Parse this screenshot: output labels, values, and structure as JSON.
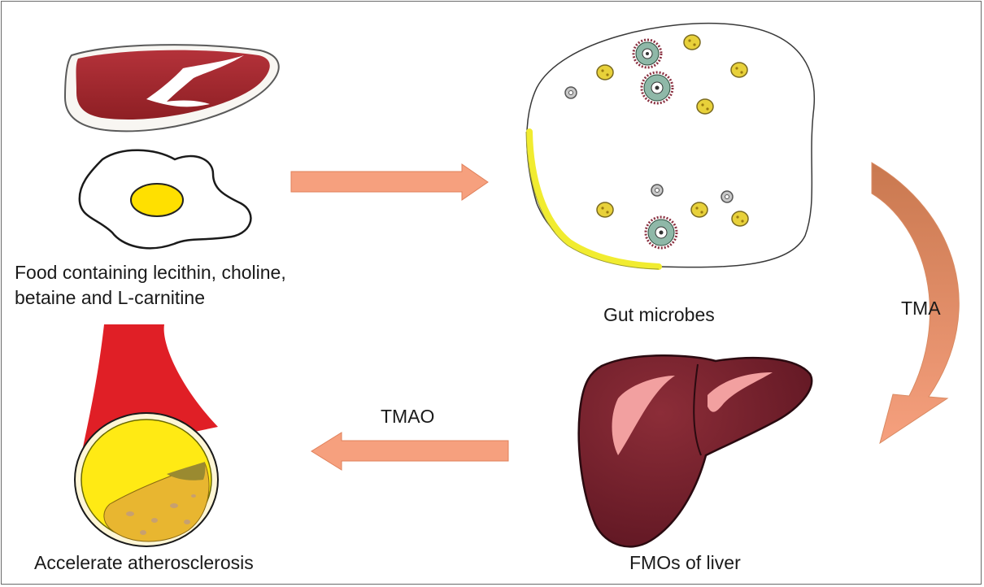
{
  "labels": {
    "food_line1": "Food containing lecithin, choline,",
    "food_line2": "betaine and L-carnitine",
    "gut": "Gut microbes",
    "tma": "TMA",
    "tmao": "TMAO",
    "liver": "FMOs of liver",
    "atherosclerosis": "Accelerate atherosclerosis"
  },
  "colors": {
    "arrow": "#f6a07e",
    "meat": "#a4282b",
    "egg_yolk": "#ffe000",
    "liver": "#7a2330",
    "artery": "#e01f26",
    "plaque": "#f2d14a",
    "microbe_yellow": "#e8d13a",
    "microbe_green": "#8fb8a8",
    "gut_outline": "#f1ec30"
  }
}
